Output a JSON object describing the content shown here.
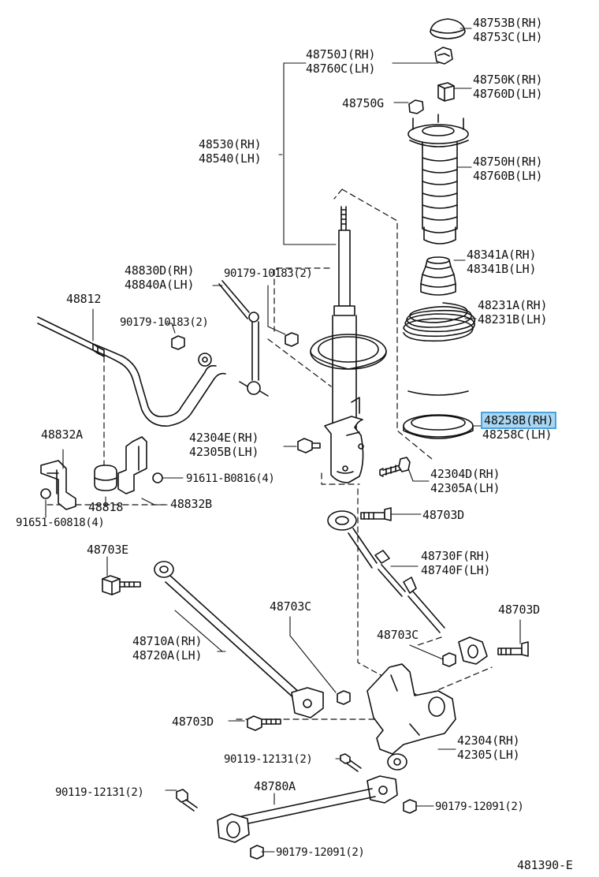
{
  "diagram_id": "481390-E",
  "highlight_color": "#a9d6f2",
  "labels": {
    "p48753B": "48753B(RH)",
    "p48753C": "48753C(LH)",
    "p48750J": "48750J(RH)",
    "p48760C": "48760C(LH)",
    "p48750K": "48750K(RH)",
    "p48760D": "48760D(LH)",
    "p48750G": "48750G",
    "p48530": "48530(RH)",
    "p48540": "48540(LH)",
    "p48750H": "48750H(RH)",
    "p48760B": "48760B(LH)",
    "p48341A": "48341A(RH)",
    "p48341B": "48341B(LH)",
    "p48830D": "48830D(RH)",
    "p48840A": "48840A(LH)",
    "p90179_10183_a": "90179-10183(2)",
    "p90179_10183_b": "90179-10183(2)",
    "p48812": "48812",
    "p48231A": "48231A(RH)",
    "p48231B": "48231B(LH)",
    "p48258B": "48258B(RH)",
    "p48258C": "48258C(LH)",
    "p48832A": "48832A",
    "p42304E": "42304E(RH)",
    "p42305B": "42305B(LH)",
    "p91611": "91611-B0816(4)",
    "p42304D": "42304D(RH)",
    "p42305A": "42305A(LH)",
    "p48818": "48818",
    "p48832B": "48832B",
    "p91651": "91651-60818(4)",
    "p48703D_a": "48703D",
    "p48703E": "48703E",
    "p48730F": "48730F(RH)",
    "p48740F": "48740F(LH)",
    "p48703C_a": "48703C",
    "p48703D_b": "48703D",
    "p48710A": "48710A(RH)",
    "p48720A": "48720A(LH)",
    "p48703C_b": "48703C",
    "p48703D_c": "48703D",
    "p42304": "42304(RH)",
    "p42305": "42305(LH)",
    "p90119_a": "90119-12131(2)",
    "p90119_b": "90119-12131(2)",
    "p48780A": "48780A",
    "p90179_12091_a": "90179-12091(2)",
    "p90179_12091_b": "90179-12091(2)",
    "p481390E": "481390-E"
  }
}
